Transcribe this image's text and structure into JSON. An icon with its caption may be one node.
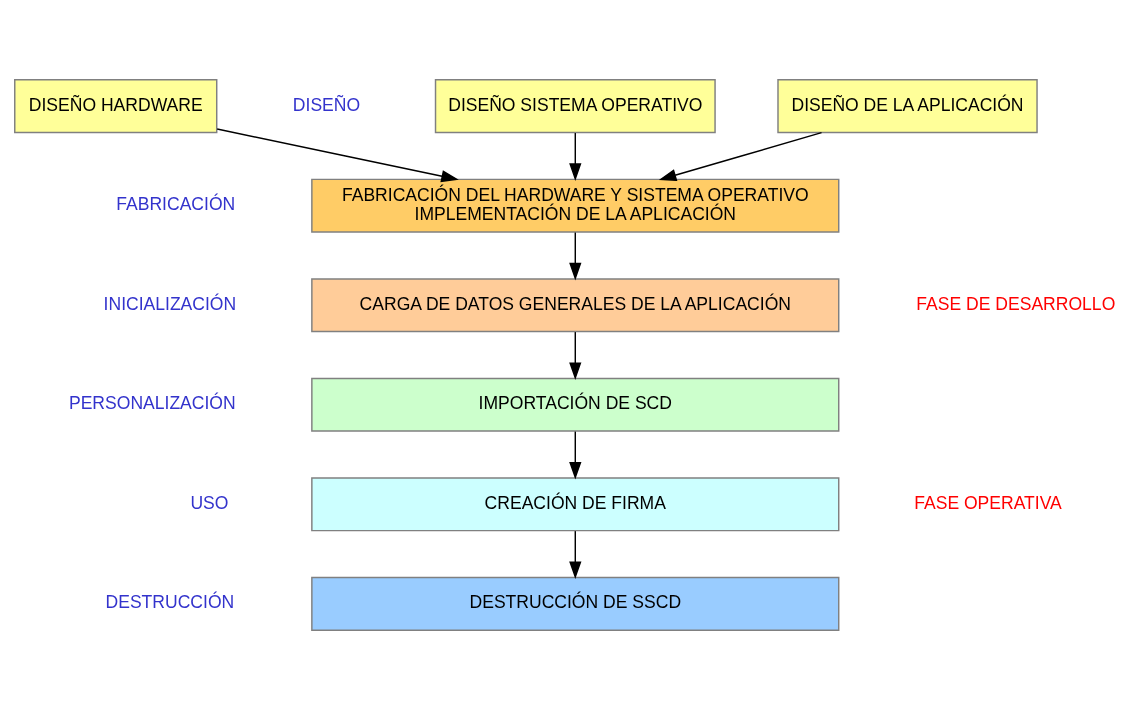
{
  "diagram": {
    "nodes": [
      {
        "text": [
          "DISEÑO HARDWARE"
        ]
      },
      {
        "text": [
          "DISEÑO SISTEMA OPERATIVO"
        ]
      },
      {
        "text": [
          "DISEÑO DE LA APLICACIÓN"
        ]
      },
      {
        "text": [
          "FABRICACIÓN DEL HARDWARE Y SISTEMA OPERATIVO",
          "IMPLEMENTACIÓN DE LA APLICACIÓN"
        ]
      },
      {
        "text": [
          "CARGA DE DATOS GENERALES DE LA APLICACIÓN"
        ]
      },
      {
        "text": [
          "IMPORTACIÓN DE SCD"
        ]
      },
      {
        "text": [
          "CREACIÓN DE FIRMA"
        ]
      },
      {
        "text": [
          "DESTRUCCIÓN DE SSCD"
        ]
      }
    ],
    "edges": [
      {
        "from": 0,
        "to": 3,
        "arrow": "to"
      },
      {
        "from": 1,
        "to": 3,
        "arrow": "to"
      },
      {
        "from": 2,
        "to": 3,
        "arrow": "to"
      },
      {
        "from": 3,
        "to": 4,
        "arrow": "to"
      },
      {
        "from": 4,
        "to": 5,
        "arrow": "to"
      },
      {
        "from": 5,
        "to": 6,
        "arrow": "to"
      },
      {
        "from": 6,
        "to": 7,
        "arrow": "to"
      }
    ],
    "labels": [
      "DISEÑO",
      "FABRICACIÓN",
      "INICIALIZACIÓN",
      "PERSONALIZACIÓN",
      "USO",
      "DESTRUCCIÓN",
      "FASE DE DESARROLLO",
      "FASE OPERATIVA"
    ]
  }
}
